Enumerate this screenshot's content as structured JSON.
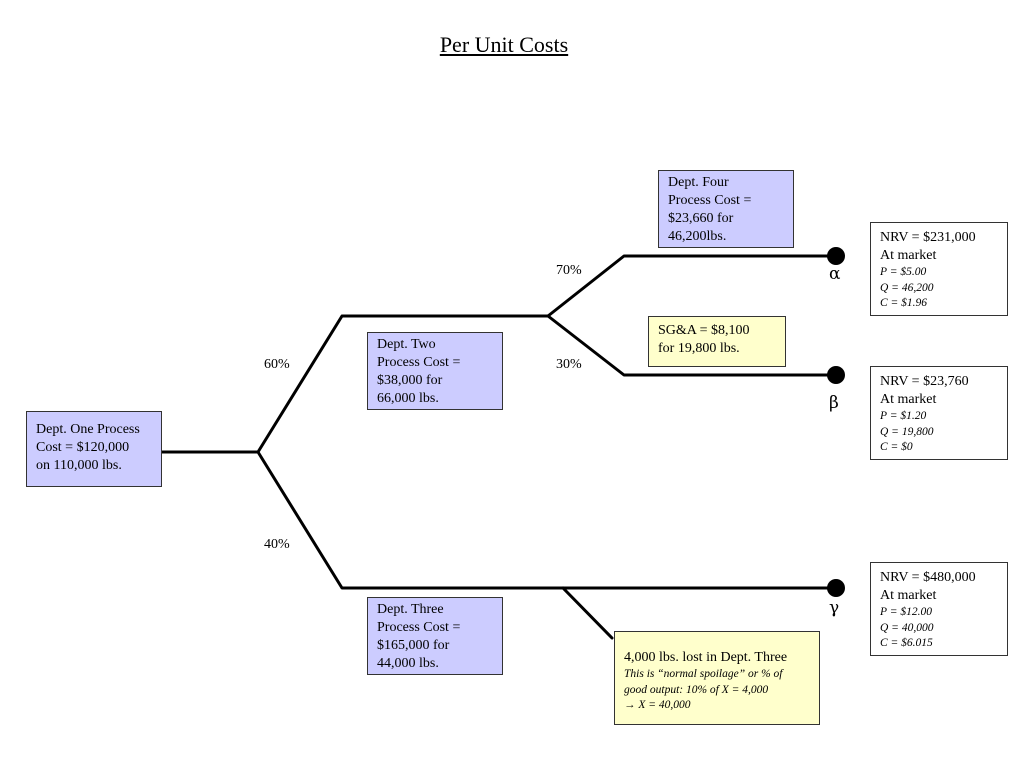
{
  "title": "Per Unit Costs",
  "dept_one": {
    "lines": [
      "Dept. One Process",
      "Cost = $120,000",
      "on 110,000 lbs."
    ]
  },
  "dept_two": {
    "lines": [
      "Dept. Two",
      "Process Cost =",
      "$38,000 for",
      "66,000 lbs."
    ]
  },
  "dept_three": {
    "lines": [
      "Dept. Three",
      "Process Cost =",
      "$165,000 for",
      "44,000 lbs."
    ]
  },
  "dept_four": {
    "lines": [
      "Dept. Four",
      "Process Cost =",
      "$23,660 for",
      "46,200lbs."
    ]
  },
  "sga": {
    "lines": [
      "SG&A = $8,100",
      "for 19,800 lbs."
    ]
  },
  "spoilage": {
    "line1": "4,000 lbs. lost in Dept. Three",
    "line2": "This is “normal spoilage” or % of",
    "line3": "good output: 10% of X = 4,000",
    "line4": "→ X = 40,000"
  },
  "splits": {
    "upper": "60%",
    "lower": "40%",
    "alpha_branch": "70%",
    "beta_branch": "30%"
  },
  "products": {
    "alpha": {
      "symbol": "α",
      "nrv": "NRV = $231,000",
      "market": "At market",
      "p": "P = $5.00",
      "q": "Q = 46,200",
      "c": "C = $1.96"
    },
    "beta": {
      "symbol": "β",
      "nrv": "NRV = $23,760",
      "market": "At market",
      "p": "P = $1.20",
      "q": "Q = 19,800",
      "c": "C = $0"
    },
    "gamma": {
      "symbol": "γ",
      "nrv": "NRV = $480,000",
      "market": "At market",
      "p": "P = $12.00",
      "q": "Q = 40,000",
      "c": "C = $6.015"
    }
  },
  "colors": {
    "process_box": "#ccccff",
    "note_box": "#ffffcc",
    "line": "#000000"
  }
}
